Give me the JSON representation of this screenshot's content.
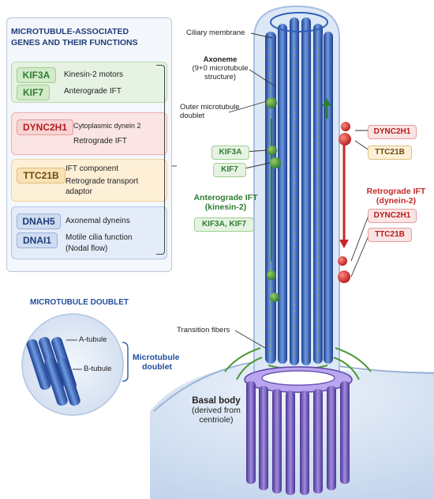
{
  "panel": {
    "title_line1": "MICROTUBULE-ASSOCIATED",
    "title_line2": "GENES AND THEIR FUNCTIONS",
    "groups": [
      {
        "genes": [
          "KIF3A",
          "KIF7"
        ],
        "functions": [
          "Kinesin-2 motors",
          "Anterograde IFT"
        ]
      },
      {
        "genes": [
          "DYNC2H1"
        ],
        "functions": [
          "Cytoplasmic dynein 2",
          "Retrograde IFT"
        ]
      },
      {
        "genes": [
          "TTC21B"
        ],
        "functions": [
          "IFT component",
          "Retrograde transport",
          "adaptor"
        ]
      },
      {
        "genes": [
          "DNAH5",
          "DNAI1"
        ],
        "functions": [
          "Axonemal dyneins",
          "Motile cilia function",
          "(Nodal flow)"
        ]
      }
    ]
  },
  "cilium": {
    "ciliary_membrane": "Ciliary membrane",
    "axoneme_title": "Axoneme",
    "axoneme_sub1": "(9+0 microtubule",
    "axoneme_sub2": "structure)",
    "outer_doublet_1": "Outer microtubule",
    "outer_doublet_2": "doublet",
    "transition_fibers": "Transition fibers",
    "basal_body_title": "Basal body",
    "basal_body_sub1": "(derived from",
    "basal_body_sub2": "centriole)"
  },
  "anterograde": {
    "badge1": "KIF3A",
    "badge2": "KIF7",
    "title1": "Anterograde IFT",
    "title2": "(kinesin-2)",
    "badge3": "KIF3A, KIF7"
  },
  "retrograde": {
    "badge1": "DYNC2H1",
    "badge2": "TTC21B",
    "title1": "Retrograde IFT",
    "title2": "(dynein-2)",
    "badge3": "DYNC2H1",
    "badge4": "TTC21B"
  },
  "inset": {
    "title": "MICROTUBULE DOUBLET",
    "a_tubule": "A-tubule",
    "b_tubule": "B-tubule",
    "side_label1": "Microtubule",
    "side_label2": "doublet"
  },
  "colors": {
    "kinesin_green": "#2e7d32",
    "dynein_red": "#c62828",
    "microtubule_blue": "#2f5fb8",
    "basal_purple": "#7a5cc8"
  }
}
